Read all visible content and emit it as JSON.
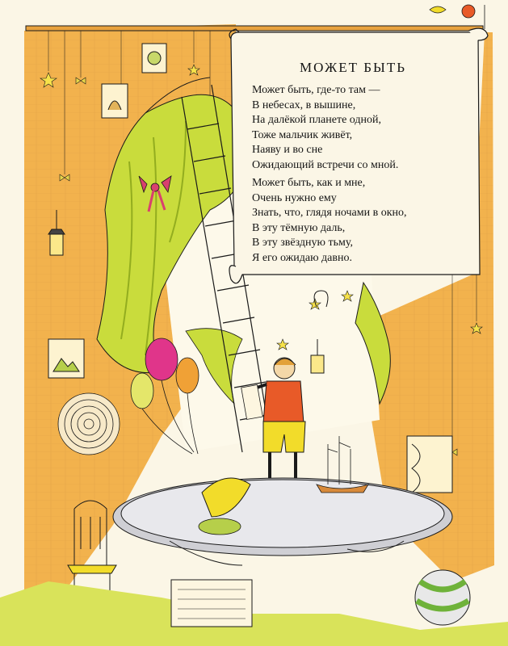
{
  "page": {
    "title": "МОЖЕТ БЫТЬ"
  },
  "poem": {
    "stanzas": [
      {
        "lines": [
          "Может быть, где-то там —",
          "В небесах, в вышине,",
          "На далёкой планете одной,",
          "Тоже мальчик живёт,",
          "Наяву и во сне",
          "Ожидающий встречи со мной."
        ]
      },
      {
        "lines": [
          "Может быть, как и мне,",
          "Очень нужно ему",
          "Знать, что, глядя ночами в окно,",
          "В эту тёмную даль,",
          "В эту звёздную тьму,",
          "Я его ожидаю давно."
        ]
      }
    ]
  },
  "colors": {
    "wall": "#f2b24d",
    "wall_light": "#f7cc74",
    "curtain": "#c9dc3c",
    "curtain_dark": "#93ad1f",
    "paper": "#fbf6e6",
    "ink": "#1a1a1a",
    "shirt": "#e85a28",
    "shorts": "#f2dc2a",
    "balloon_pink": "#e0358a",
    "balloon_orange": "#f0a136",
    "balloon_yellow": "#e4e66a",
    "floor": "#d9e35a",
    "ribbon": "#d9416e"
  },
  "illustration": {
    "wall_icons": [
      "star-icon",
      "bow-icon",
      "picture-frame-icon",
      "lantern-icon",
      "ladder-icon",
      "balloon-icon",
      "ship-icon",
      "chair-icon",
      "ball-icon"
    ]
  }
}
